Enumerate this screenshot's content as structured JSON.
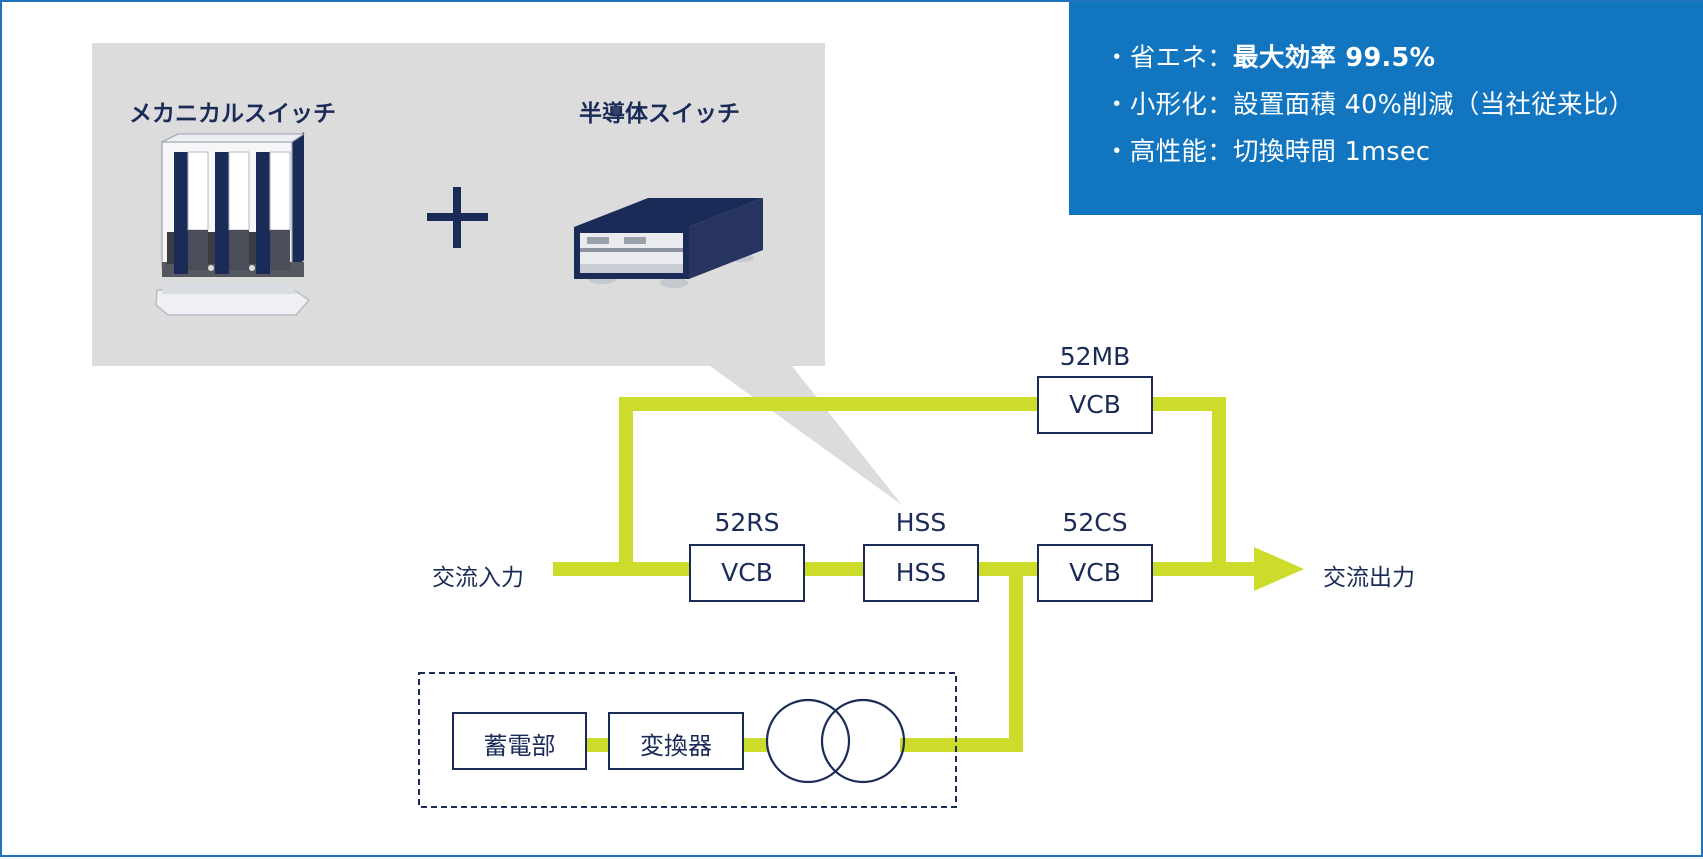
{
  "specs": {
    "rows": [
      {
        "bullet": "・",
        "key": "省エネ",
        "sep": "：",
        "value": "最大効率 99.5%",
        "highlight": true
      },
      {
        "bullet": "・",
        "key": "小形化",
        "sep": "：",
        "value": "設置面積 40%削減（当社従来比）",
        "highlight": false
      },
      {
        "bullet": "・",
        "key": "高性能",
        "sep": "：",
        "value": "切換時間 1msec",
        "highlight": false
      }
    ]
  },
  "callout": {
    "mechanical_label": "メカニカルスイッチ",
    "semiconductor_label": "半導体スイッチ",
    "plus": "+"
  },
  "circuit": {
    "input_label": "交流入力",
    "output_label": "交流出力",
    "nodes": {
      "rs": {
        "caption": "52RS",
        "text": "VCB"
      },
      "hss": {
        "caption": "HSS",
        "text": "HSS"
      },
      "cs": {
        "caption": "52CS",
        "text": "VCB"
      },
      "mb": {
        "caption": "52MB",
        "text": "VCB"
      }
    },
    "storage": {
      "battery": "蓄電部",
      "converter": "変換器"
    }
  },
  "colors": {
    "line": "#cddc2a",
    "navy": "#1b2b58",
    "blue": "#1175bf",
    "callout_bg": "#dcdcdc"
  }
}
